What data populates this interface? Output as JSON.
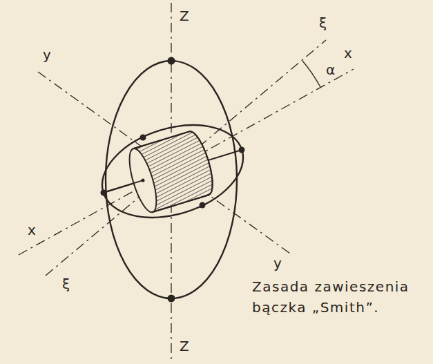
{
  "diagram": {
    "caption": "Zasada zawieszenia bączka „Smith”.",
    "labels": [
      "Z",
      "Z",
      "y",
      "y",
      "x",
      "x",
      "ξ",
      "ξ",
      "α"
    ]
  }
}
